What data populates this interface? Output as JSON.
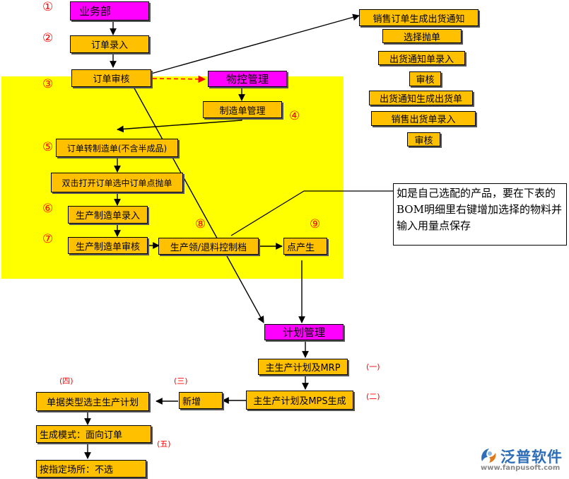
{
  "nodes": {
    "business_dept": "业务部",
    "order_entry": "订单录入",
    "order_review": "订单审核",
    "material_control": "物控管理",
    "mo_management": "制造单管理",
    "order_to_mo": "订单转制造单(不含半成品)",
    "dblclick_pick": "双击打开订单选中订单点抛单",
    "mo_entry": "生产制造单录入",
    "mo_review": "生产制造单审核",
    "material_issue": "生产领/退料控制档",
    "click_produce": "点产生",
    "planning": "计划管理",
    "mps_mrp": "主生产计划及MRP",
    "mps_generate": "主生产计划及MPS生成",
    "new": "新增",
    "doc_type_select": "单据类型选主生产计划",
    "gen_mode": "生成模式：面向订单",
    "assign_site": "按指定场所：不选",
    "sales_delivery_notice": "销售订单生成出货通知",
    "select_pick": "选择抛单",
    "delivery_notice_entry": "出货通知单录入",
    "review_1": "审核",
    "notice_to_delivery": "出货通知生成出货单",
    "sales_delivery_entry": "销售出货单录入",
    "review_2": "审核"
  },
  "markers": {
    "m1": "①",
    "m2": "②",
    "m3": "③",
    "m4": "④",
    "m5": "⑤",
    "m6": "⑥",
    "m7": "⑦",
    "m8": "⑧",
    "m9": "⑨",
    "c1": "(一)",
    "c2": "(二)",
    "c3": "(三)",
    "c4": "(四)",
    "c5": "(五)"
  },
  "note": "如是自己选配的产品，要在下表的BOM明细里右键增加选择的物料并输入用量点保存",
  "logo": {
    "name": "泛普软件",
    "url": "www.fanpusoft.com",
    "icon": "fanpu-logo-icon"
  },
  "colors": {
    "region": "#ffff00",
    "box": "#ffc000",
    "highlight_box": "#ff00ff",
    "marker": "#ff0000",
    "dashed_arrow": "#ff0000"
  }
}
